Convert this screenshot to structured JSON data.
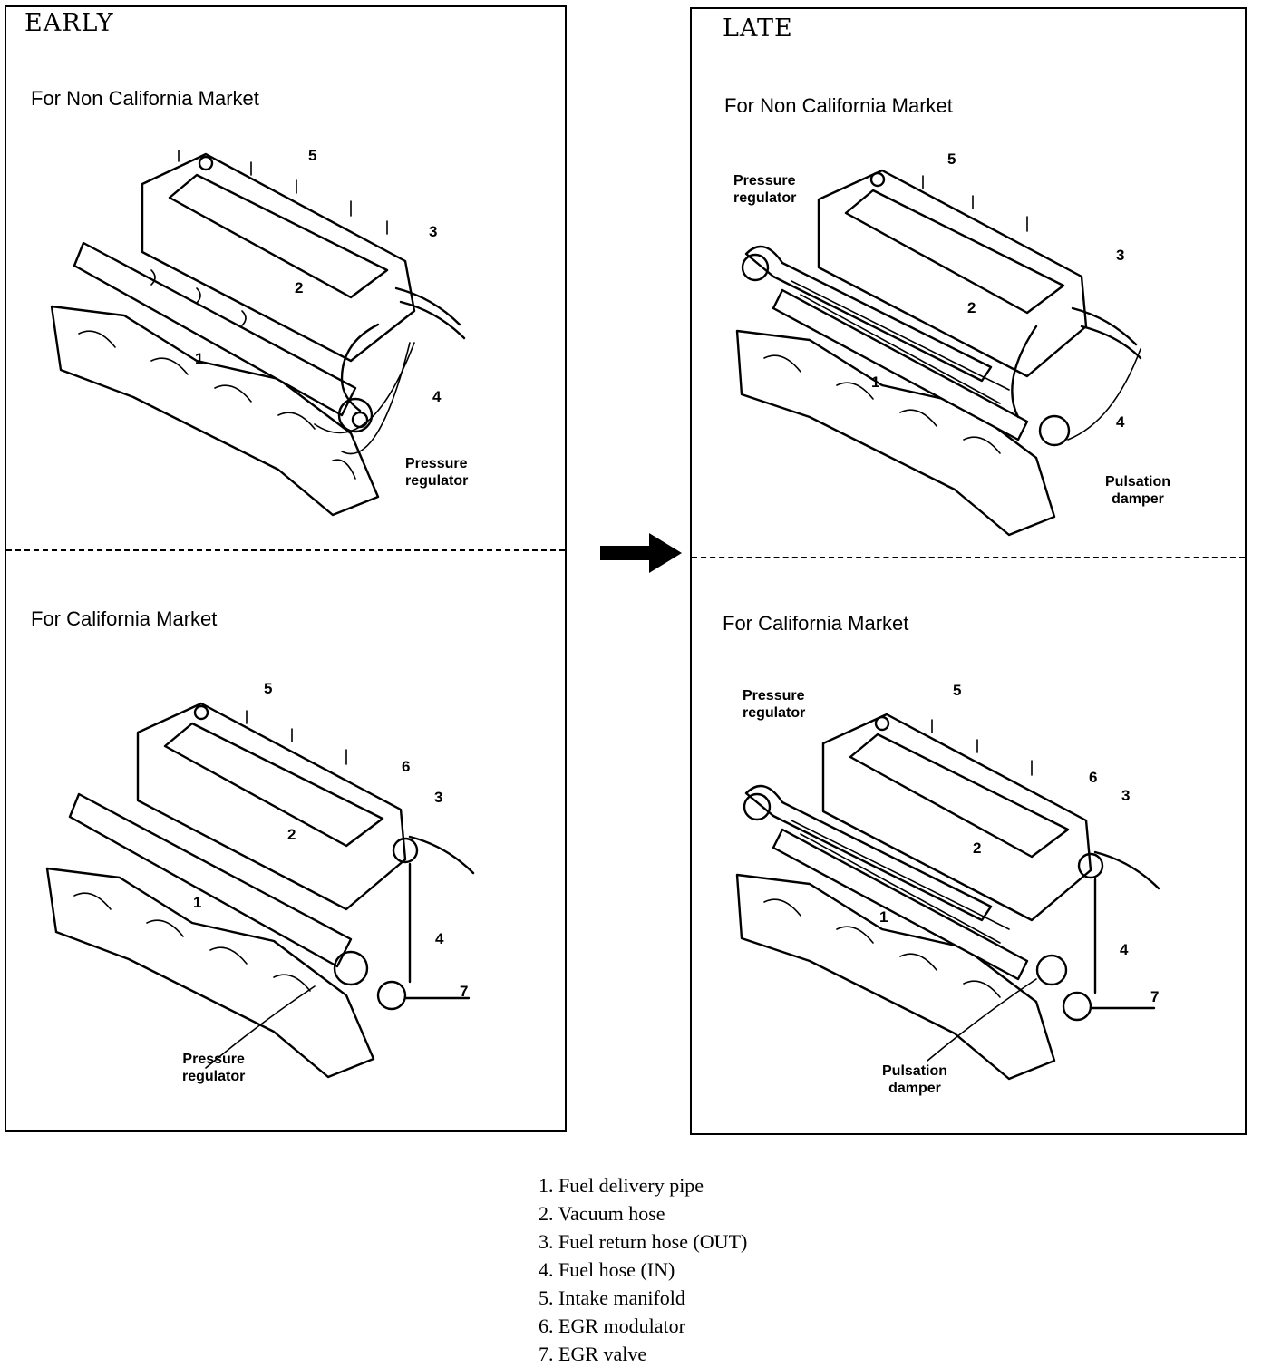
{
  "panels": {
    "early": {
      "title": "EARLY",
      "non_california": {
        "heading": "For Non California Market",
        "callouts": {
          "c1": "1",
          "c2": "2",
          "c3": "3",
          "c4": "4",
          "c5": "5"
        },
        "pressure_regulator": {
          "line1": "Pressure",
          "line2": "regulator"
        }
      },
      "california": {
        "heading": "For California Market",
        "callouts": {
          "c1": "1",
          "c2": "2",
          "c3": "3",
          "c4": "4",
          "c5": "5",
          "c6": "6",
          "c7": "7"
        },
        "pressure_regulator": {
          "line1": "Pressure",
          "line2": "regulator"
        }
      }
    },
    "late": {
      "title": "LATE",
      "non_california": {
        "heading": "For Non California Market",
        "callouts": {
          "c1": "1",
          "c2": "2",
          "c3": "3",
          "c4": "4",
          "c5": "5"
        },
        "pressure_regulator": {
          "line1": "Pressure",
          "line2": "regulator"
        },
        "pulsation_damper": {
          "line1": "Pulsation",
          "line2": "damper"
        }
      },
      "california": {
        "heading": "For California Market",
        "callouts": {
          "c1": "1",
          "c2": "2",
          "c3": "3",
          "c4": "4",
          "c5": "5",
          "c6": "6",
          "c7": "7"
        },
        "pressure_regulator": {
          "line1": "Pressure",
          "line2": "regulator"
        },
        "pulsation_damper": {
          "line1": "Pulsation",
          "line2": "damper"
        }
      }
    }
  },
  "legend": [
    "1. Fuel delivery pipe",
    "2. Vacuum hose",
    "3. Fuel return hose (OUT)",
    "4. Fuel hose (IN)",
    "5. Intake manifold",
    "6. EGR modulator",
    "7. EGR valve"
  ]
}
